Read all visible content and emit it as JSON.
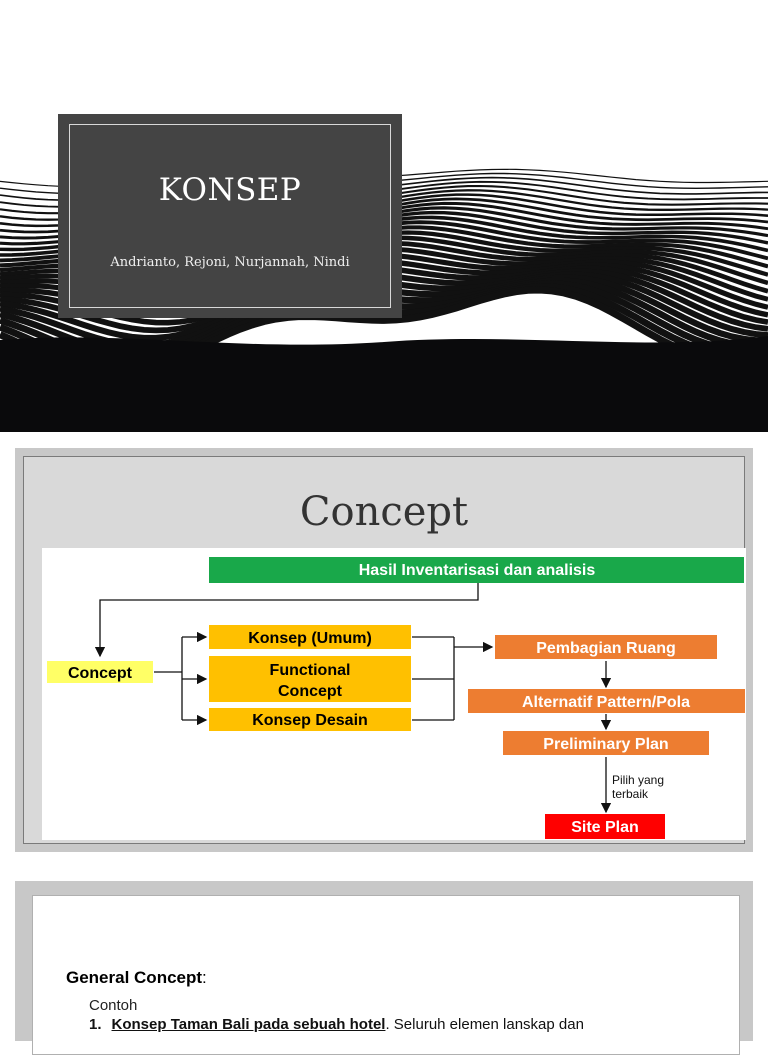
{
  "slide1": {
    "title": "KONSEP",
    "authors": "Andrianto, Rejoni, Nurjannah, Nindi"
  },
  "slide2": {
    "title": "Concept",
    "diagram": {
      "top_box": "Hasil Inventarisasi dan analisis",
      "concept_box": "Concept",
      "konsep_umum": "Konsep (Umum)",
      "functional_line1": "Functional",
      "functional_line2": "Concept",
      "konsep_desain": "Konsep Desain",
      "pembagian_ruang": "Pembagian Ruang",
      "alternatif": "Alternatif Pattern/Pola",
      "preliminary": "Preliminary Plan",
      "pilih_line1": "Pilih yang",
      "pilih_line2": "terbaik",
      "site_plan": "Site Plan",
      "colors": {
        "green": "#19a84a",
        "yellow": "#ffc000",
        "light_yellow": "#ffff66",
        "orange": "#ed7d31",
        "red": "#ff0000"
      }
    }
  },
  "slide3": {
    "heading": "General Concept",
    "heading_suffix": ":",
    "example_label": "Contoh",
    "item_number": "1.",
    "item_bold": "Konsep Taman Bali pada sebuah hotel",
    "item_rest": ". Seluruh elemen lanskap dan"
  }
}
